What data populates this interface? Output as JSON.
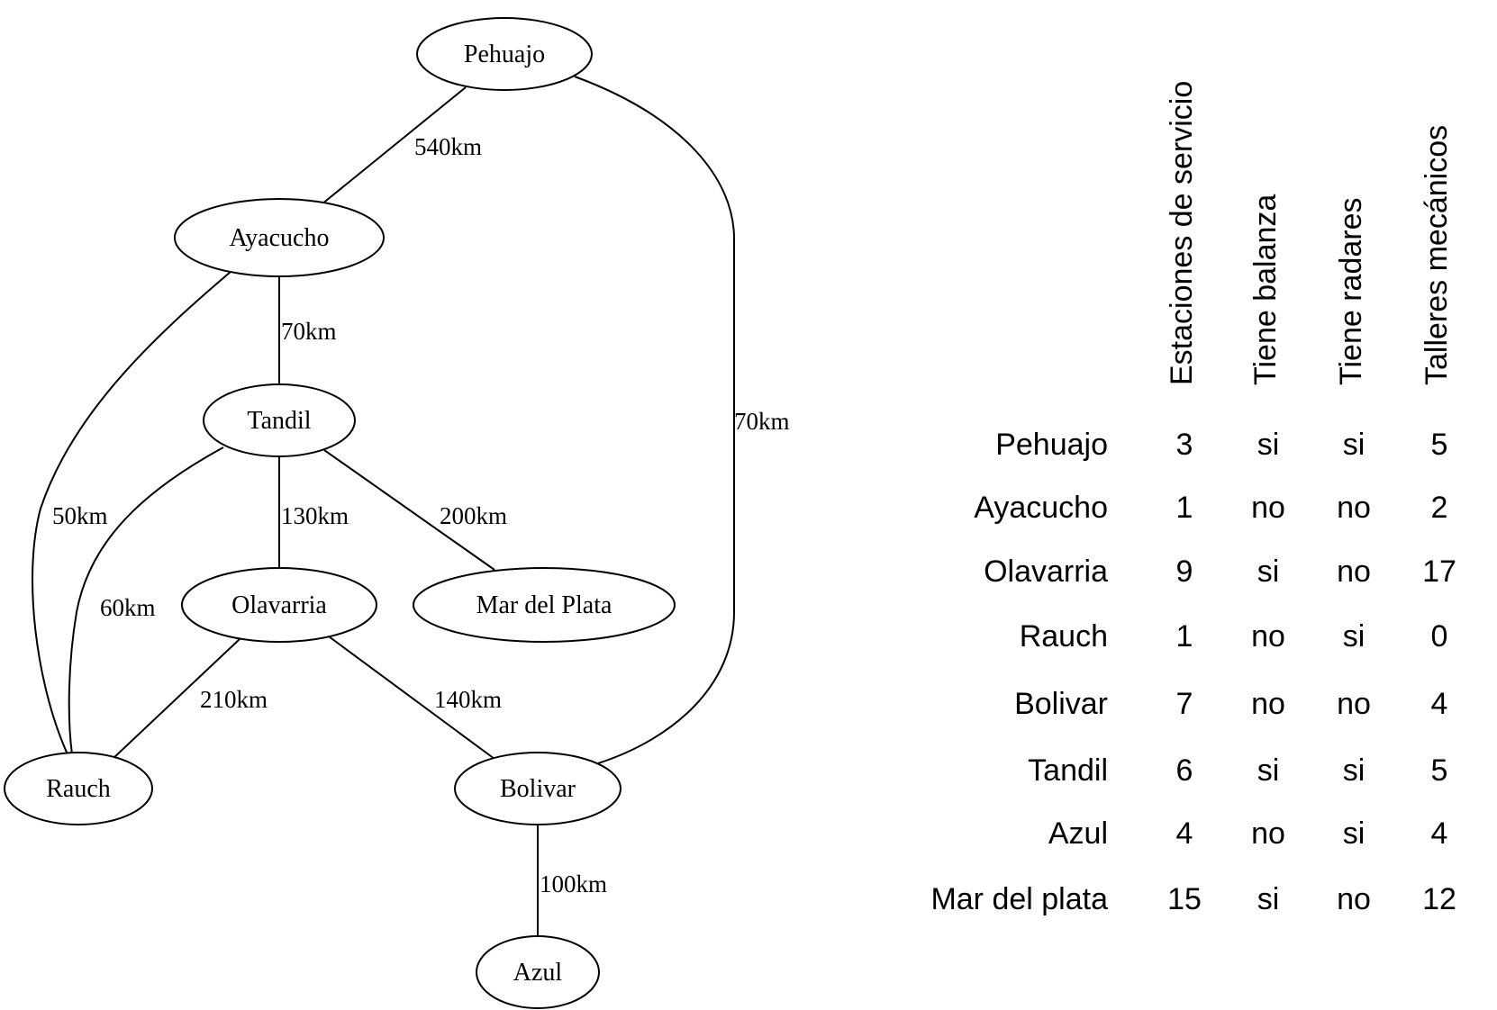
{
  "graph": {
    "nodes": [
      {
        "id": "pehuajo",
        "label": "Pehuajo"
      },
      {
        "id": "ayacucho",
        "label": "Ayacucho"
      },
      {
        "id": "tandil",
        "label": "Tandil"
      },
      {
        "id": "olavarria",
        "label": "Olavarria"
      },
      {
        "id": "mardelplata",
        "label": "Mar del Plata"
      },
      {
        "id": "rauch",
        "label": "Rauch"
      },
      {
        "id": "bolivar",
        "label": "Bolivar"
      },
      {
        "id": "azul",
        "label": "Azul"
      }
    ],
    "edges": [
      {
        "id": "pehuajo-ayacucho",
        "from": "pehuajo",
        "to": "ayacucho",
        "label": "540km"
      },
      {
        "id": "pehuajo-bolivar",
        "from": "pehuajo",
        "to": "bolivar",
        "label": "70km"
      },
      {
        "id": "ayacucho-tandil",
        "from": "ayacucho",
        "to": "tandil",
        "label": "70km"
      },
      {
        "id": "ayacucho-rauch",
        "from": "ayacucho",
        "to": "rauch",
        "label": "50km"
      },
      {
        "id": "tandil-rauch",
        "from": "tandil",
        "to": "rauch",
        "label": "60km"
      },
      {
        "id": "tandil-olavarria",
        "from": "tandil",
        "to": "olavarria",
        "label": "130km"
      },
      {
        "id": "tandil-mardelplata",
        "from": "tandil",
        "to": "mardelplata",
        "label": "200km"
      },
      {
        "id": "olavarria-rauch",
        "from": "olavarria",
        "to": "rauch",
        "label": "210km"
      },
      {
        "id": "olavarria-bolivar",
        "from": "olavarria",
        "to": "bolivar",
        "label": "140km"
      },
      {
        "id": "bolivar-azul",
        "from": "bolivar",
        "to": "azul",
        "label": "100km"
      }
    ]
  },
  "table": {
    "columns": [
      "Estaciones de servicio",
      "Tiene balanza",
      "Tiene radares",
      "Talleres mecánicos"
    ],
    "rows": [
      {
        "city": "Pehuajo",
        "values": [
          "3",
          "si",
          "si",
          "5"
        ]
      },
      {
        "city": "Ayacucho",
        "values": [
          "1",
          "no",
          "no",
          "2"
        ]
      },
      {
        "city": "Olavarria",
        "values": [
          "9",
          "si",
          "no",
          "17"
        ]
      },
      {
        "city": "Rauch",
        "values": [
          "1",
          "no",
          "si",
          "0"
        ]
      },
      {
        "city": "Bolivar",
        "values": [
          "7",
          "no",
          "no",
          "4"
        ]
      },
      {
        "city": "Tandil",
        "values": [
          "6",
          "si",
          "si",
          "5"
        ]
      },
      {
        "city": "Azul",
        "values": [
          "4",
          "no",
          "si",
          "4"
        ]
      },
      {
        "city": "Mar del plata",
        "values": [
          "15",
          "si",
          "no",
          "12"
        ]
      }
    ]
  }
}
